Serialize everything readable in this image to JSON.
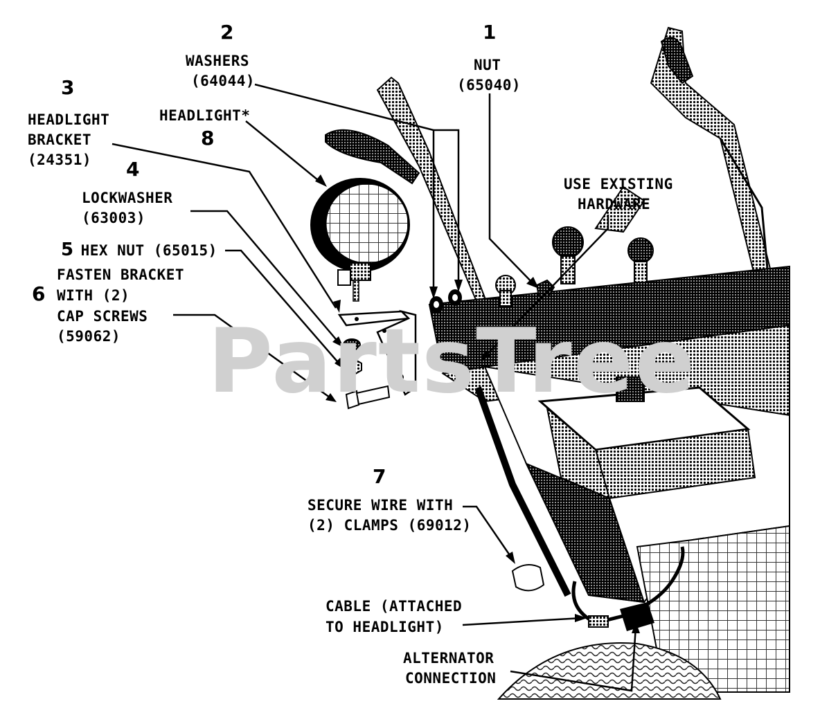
{
  "watermark": "PartsTree",
  "parts": [
    {
      "number": "1",
      "lines": [
        "NUT",
        "(65040)"
      ]
    },
    {
      "number": "2",
      "lines": [
        "WASHERS",
        "(64044)"
      ]
    },
    {
      "number": "3",
      "lines": [
        "HEADLIGHT",
        "BRACKET",
        "(24351)"
      ]
    },
    {
      "number": "4",
      "lines": [
        "LOCKWASHER",
        "(63003)"
      ]
    },
    {
      "number": "5",
      "lines": [
        "HEX NUT (65015)"
      ]
    },
    {
      "number": "6",
      "lines": [
        "FASTEN BRACKET",
        "WITH (2)",
        "CAP SCREWS",
        "(59062)"
      ]
    },
    {
      "number": "7",
      "lines": [
        "SECURE WIRE WITH",
        "(2) CLAMPS (69012)"
      ]
    },
    {
      "number": "8",
      "lines": [
        "HEADLIGHT*"
      ]
    }
  ],
  "notes": {
    "existing_hardware": [
      "USE EXISTING",
      "HARDWARE"
    ],
    "cable": [
      "CABLE (ATTACHED",
      "TO HEADLIGHT)"
    ],
    "alternator": [
      "ALTERNATOR",
      "CONNECTION"
    ]
  },
  "colors": {
    "ink": "#000000",
    "watermark": "#d0d0d0",
    "background": "#ffffff"
  }
}
